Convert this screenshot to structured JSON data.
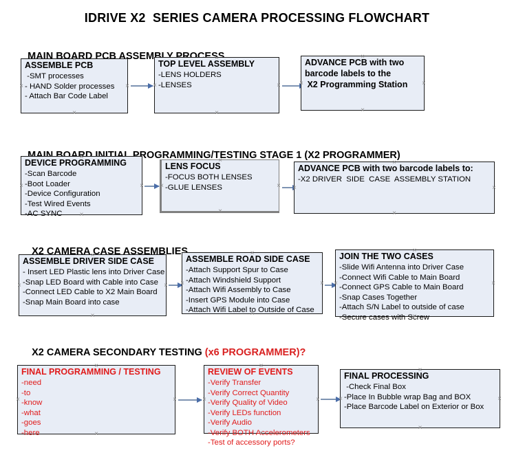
{
  "doc": {
    "title": "IDRIVE X2  SERIES CAMERA PROCESSING FLOWCHART"
  },
  "colors": {
    "box_fill": "#e8edf6",
    "box_border": "#1a1a1a",
    "arrow": "#7d93b2",
    "arrow_head": "#4a6da8",
    "red_text": "#e01b1b",
    "black_text": "#000000"
  },
  "sections": [
    {
      "id": "main-board-pcb-assembly-process",
      "heading": "MAIN BOARD PCB ASSEMBLY PROCESS",
      "heading_accent": "",
      "boxes": [
        {
          "id": "assemble-pcb",
          "title": "ASSEMBLE PCB",
          "lines": [
            " -SMT processes",
            "- HAND Solder processes",
            "- Attach Bar Code Label"
          ],
          "bold_lines": false,
          "red": false
        },
        {
          "id": "top-level-assembly",
          "title": "TOP LEVEL ASSEMBLY",
          "lines": [
            "-LENS HOLDERS",
            "-LENSES"
          ],
          "bold_lines": false,
          "red": false
        },
        {
          "id": "advance-pcb-to-x2-programming-station",
          "title": "ADVANCE PCB with two",
          "lines": [
            "barcode labels to the",
            " X2 Programming Station"
          ],
          "bold_lines": true,
          "red": false
        }
      ]
    },
    {
      "id": "main-board-initial-programming-testing-stage-1",
      "heading": "MAIN BOARD INITIAL PROGRAMMING/TESTING STAGE 1 (X2 PROGRAMMER)",
      "heading_accent": "",
      "boxes": [
        {
          "id": "device-programming",
          "title": "DEVICE PROGRAMMING",
          "lines": [
            "-Scan Barcode",
            "-Boot Loader",
            "-Device Configuration",
            "-Test Wired Events",
            "-AC SYNC"
          ],
          "bold_lines": false,
          "red": false
        },
        {
          "id": "lens-focus",
          "title": "LENS FOCUS",
          "lines": [
            "-FOCUS BOTH LENSES",
            "-GLUE LENSES"
          ],
          "bold_lines": false,
          "red": false
        },
        {
          "id": "advance-pcb-to-driver-side-case-assembly",
          "title": "ADVANCE PCB with two barcode labels to:",
          "lines": [
            "-X2 DRIVER  SIDE  CASE  ASSEMBLY STATION"
          ],
          "bold_lines": false,
          "red": false
        }
      ]
    },
    {
      "id": "x2-camera-case-assemblies",
      "heading": "X2 CAMERA CASE ASSEMBLIES",
      "heading_accent": "",
      "boxes": [
        {
          "id": "assemble-driver-side-case",
          "title": "ASSEMBLE DRIVER SIDE CASE",
          "lines": [
            "- Insert LED Plastic lens into Driver Case",
            "-Snap LED Board with Cable into Case",
            "-Connect LED Cable to X2 Main Board",
            "-Snap Main Board into case"
          ],
          "bold_lines": false,
          "red": false
        },
        {
          "id": "assemble-road-side-case",
          "title": "ASSEMBLE ROAD SIDE CASE",
          "lines": [
            "-Attach Support Spur to Case",
            "-Attach Windshield Support",
            "-Attach Wifi Assembly to Case",
            "-Insert GPS Module into Case",
            "-Attach Wifi Label to Outside of Case"
          ],
          "bold_lines": false,
          "red": false
        },
        {
          "id": "join-the-two-cases",
          "title": "JOIN THE TWO CASES",
          "lines": [
            "-Slide Wifi Antenna into Driver Case",
            "-Connect Wifi Cable to Main Board",
            "-Connect GPS Cable to Main Board",
            "-Snap Cases Together",
            "-Attach S/N Label to outside of case",
            "-Secure cases with Screw"
          ],
          "bold_lines": false,
          "red": false
        }
      ]
    },
    {
      "id": "x2-camera-secondary-testing",
      "heading": "X2 CAMERA SECONDARY TESTING ",
      "heading_accent": "(x6 PROGRAMMER)?",
      "boxes": [
        {
          "id": "final-programming-testing",
          "title": "FINAL PROGRAMMING / TESTING",
          "lines": [
            "-need",
            "-to",
            "-know",
            "-what",
            "-goes",
            "-here"
          ],
          "bold_lines": false,
          "red": true
        },
        {
          "id": "review-of-events",
          "title": "REVIEW OF EVENTS",
          "lines": [
            "-Verify Transfer",
            "-Verify Correct Quantity",
            "-Verify Quality of Video",
            "-Verify LEDs function",
            "-Verify Audio",
            "-Verify BOTH Accelerometers",
            "-Test of accessory ports?"
          ],
          "bold_lines": false,
          "red": true
        },
        {
          "id": "final-processing",
          "title": "FINAL PROCESSING",
          "lines": [
            " -Check Final Box",
            "-Place In Bubble wrap Bag and BOX",
            "-Place Barcode Label on Exterior or Box"
          ],
          "bold_lines": false,
          "red": false
        }
      ]
    }
  ]
}
